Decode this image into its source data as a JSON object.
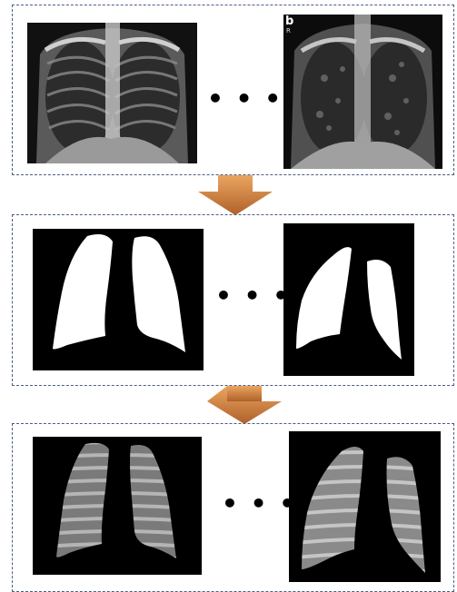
{
  "panels": [
    {
      "name": "chest-xray-panel",
      "ellipsis": "• • •"
    },
    {
      "name": "lung-mask-panel",
      "ellipsis": "• • •"
    },
    {
      "name": "segmented-lung-panel",
      "ellipsis": "• • •"
    }
  ],
  "xray_b": {
    "tag": "b",
    "sub": "R"
  },
  "colors": {
    "border": "#4a5c8a",
    "arrow_top": "#e9a05a",
    "arrow_bottom": "#b5652a"
  }
}
